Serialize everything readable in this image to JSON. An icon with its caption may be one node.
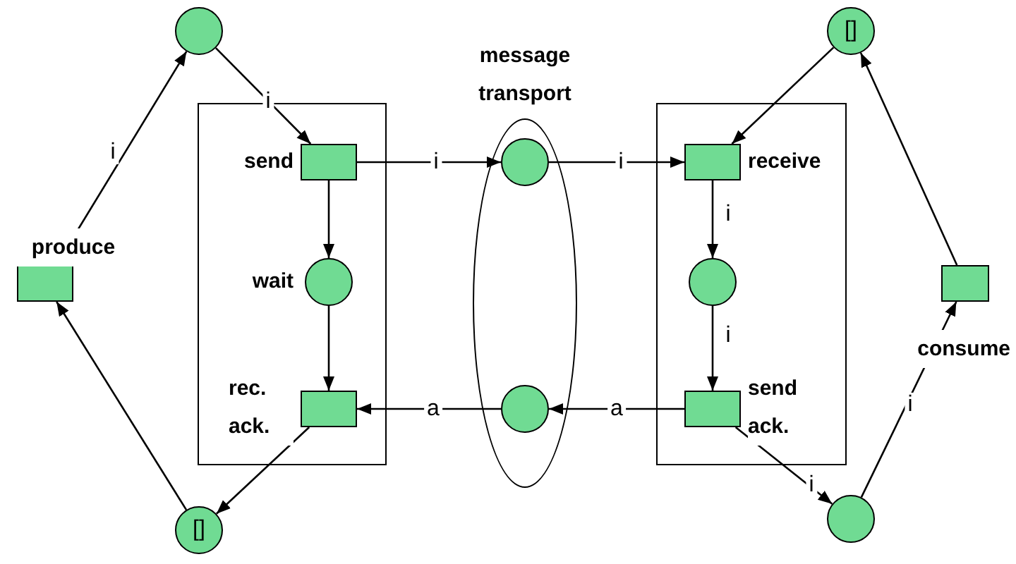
{
  "diagram": {
    "nodes": [
      {
        "text": [],
        "shape": "circle"
      },
      {
        "text": [
          "produce"
        ]
      },
      {
        "text": [
          "[]"
        ]
      },
      {
        "text": [],
        "shape": "box"
      },
      {
        "text": [
          "send"
        ],
        "in": 3
      },
      {
        "text": [
          "wait"
        ],
        "in": 3
      },
      {
        "text": [
          "rec. ack."
        ],
        "in": 3
      },
      {
        "text": [
          "message transport"
        ]
      },
      {
        "text": [],
        "shape": "circle",
        "in": 7
      },
      {
        "text": [],
        "shape": "circle",
        "in": 7
      },
      {
        "text": [],
        "shape": "box"
      },
      {
        "text": [
          "receive"
        ],
        "in": 10
      },
      {
        "text": [],
        "shape": "circle",
        "in": 10
      },
      {
        "text": [
          "send ack."
        ],
        "in": 10
      },
      {
        "text": [
          "[]"
        ]
      },
      {
        "text": [
          "consume"
        ]
      },
      {
        "text": [],
        "shape": "circle"
      }
    ],
    "edges": [
      {
        "from": 1,
        "to": 0,
        "arrow": "to",
        "label": "i"
      },
      {
        "from": 0,
        "to": 4,
        "arrow": "to",
        "label": "i"
      },
      {
        "from": 4,
        "to": 5,
        "arrow": "to"
      },
      {
        "from": 5,
        "to": 6,
        "arrow": "to"
      },
      {
        "from": 6,
        "to": 2,
        "arrow": "to"
      },
      {
        "from": 2,
        "to": 1,
        "arrow": "to"
      },
      {
        "from": 4,
        "to": 8,
        "arrow": "to",
        "label": "i"
      },
      {
        "from": 8,
        "to": 11,
        "arrow": "to",
        "label": "i"
      },
      {
        "from": 11,
        "to": 12,
        "arrow": "to",
        "label": "i"
      },
      {
        "from": 12,
        "to": 13,
        "arrow": "to",
        "label": "i"
      },
      {
        "from": 13,
        "to": 9,
        "arrow": "to",
        "label": "a"
      },
      {
        "from": 9,
        "to": 6,
        "arrow": "to",
        "label": "a"
      },
      {
        "from": 13,
        "to": 16,
        "arrow": "to",
        "label": "i"
      },
      {
        "from": 16,
        "to": 15,
        "arrow": "to",
        "label": "i"
      },
      {
        "from": 15,
        "to": 14,
        "arrow": "to"
      },
      {
        "from": 14,
        "to": 11,
        "arrow": "to"
      }
    ]
  }
}
